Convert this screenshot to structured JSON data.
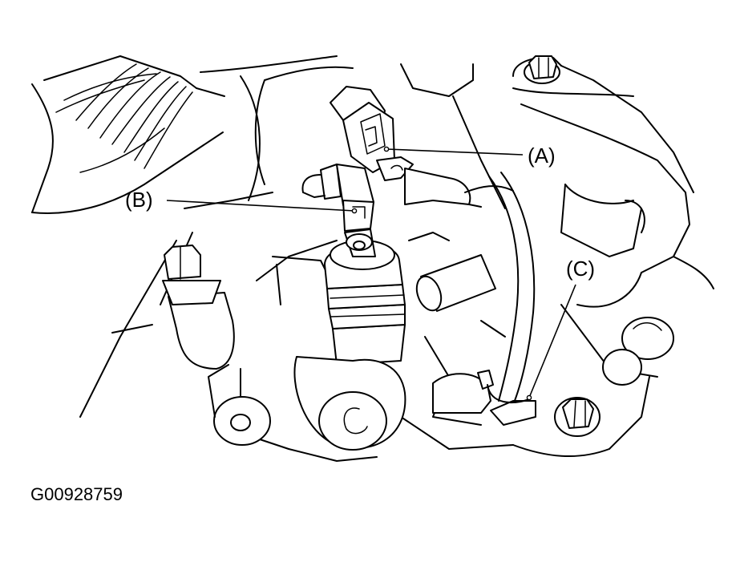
{
  "callouts": {
    "a": "(A)",
    "b": "(B)",
    "c": "(C)"
  },
  "figure_id": "G00928759"
}
